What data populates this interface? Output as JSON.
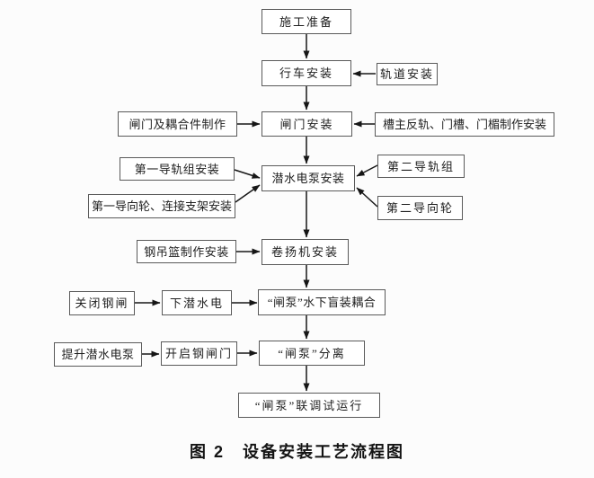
{
  "figure": {
    "caption": "图 2　设备安装工艺流程图"
  },
  "flowchart": {
    "nodes": {
      "prep": {
        "label": "施工准备"
      },
      "crane_install": {
        "label": "行车安装"
      },
      "track_install": {
        "label": "轨道安装"
      },
      "gate_coupling_fab": {
        "label": "闸门及耦合件制作"
      },
      "gate_install": {
        "label": "闸门安装"
      },
      "rail_slot_fab": {
        "label": "槽主反轨、门槽、门楣制作安装"
      },
      "rail_group1": {
        "label": "第一导轨组安装"
      },
      "guide_wheel1": {
        "label": "第一导向轮、连接支架安装"
      },
      "pump_install": {
        "label": "潜水电泵安装"
      },
      "rail_group2": {
        "label": "第二导轨组"
      },
      "guide_wheel2": {
        "label": "第二导向轮"
      },
      "basket_fab": {
        "label": "钢吊篮制作安装"
      },
      "winch_install": {
        "label": "卷扬机安装"
      },
      "close_gate": {
        "label": "关闭钢闸"
      },
      "lower_pump": {
        "label": "下潜水电"
      },
      "blind_coupling": {
        "label": "“闸泵”水下盲装耦合"
      },
      "lift_pump": {
        "label": "提升潜水电泵"
      },
      "open_gate": {
        "label": "开启钢闸门"
      },
      "separation": {
        "label": "“闸泵”分离"
      },
      "joint_trial": {
        "label": "“闸泵”联调试运行"
      }
    },
    "edges": [
      {
        "from": "prep",
        "to": "crane_install"
      },
      {
        "from": "track_install",
        "to": "crane_install"
      },
      {
        "from": "crane_install",
        "to": "gate_install"
      },
      {
        "from": "gate_coupling_fab",
        "to": "gate_install"
      },
      {
        "from": "rail_slot_fab",
        "to": "gate_install"
      },
      {
        "from": "gate_install",
        "to": "pump_install"
      },
      {
        "from": "rail_group1",
        "to": "pump_install"
      },
      {
        "from": "guide_wheel1",
        "to": "pump_install"
      },
      {
        "from": "rail_group2",
        "to": "pump_install"
      },
      {
        "from": "guide_wheel2",
        "to": "pump_install"
      },
      {
        "from": "pump_install",
        "to": "winch_install"
      },
      {
        "from": "basket_fab",
        "to": "winch_install"
      },
      {
        "from": "winch_install",
        "to": "blind_coupling"
      },
      {
        "from": "close_gate",
        "to": "lower_pump"
      },
      {
        "from": "lower_pump",
        "to": "blind_coupling"
      },
      {
        "from": "blind_coupling",
        "to": "separation"
      },
      {
        "from": "lift_pump",
        "to": "open_gate"
      },
      {
        "from": "open_gate",
        "to": "separation"
      },
      {
        "from": "separation",
        "to": "joint_trial"
      }
    ]
  },
  "colors": {
    "page_bg": "#fcfcfc",
    "box_bg": "#ffffff",
    "box_border": "#5a5a5a",
    "arrow": "#161616",
    "text": "#1f1f1f"
  }
}
